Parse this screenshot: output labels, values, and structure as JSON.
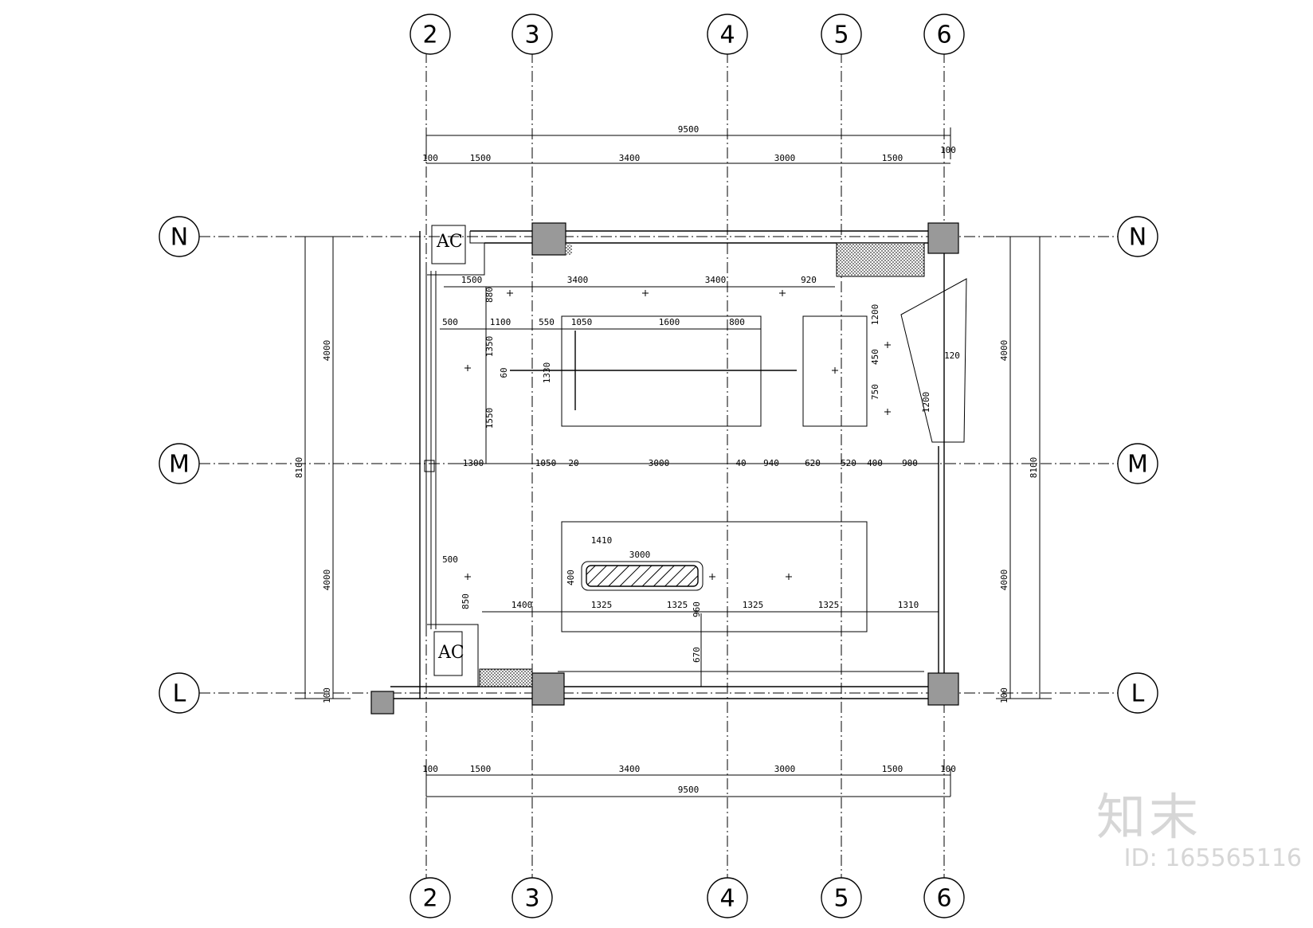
{
  "axes": {
    "vertical": [
      {
        "label": "2"
      },
      {
        "label": "3"
      },
      {
        "label": "4"
      },
      {
        "label": "5"
      },
      {
        "label": "6"
      }
    ],
    "horizontal": [
      {
        "label": "N"
      },
      {
        "label": "M"
      },
      {
        "label": "L"
      }
    ]
  },
  "dimensions": {
    "overall_width": "9500",
    "overall_height": "8100",
    "top_chain": [
      "100",
      "1500",
      "3400",
      "3000",
      "1500",
      "100"
    ],
    "bottom_chain": [
      "100",
      "1500",
      "3400",
      "3000",
      "1500",
      "100"
    ],
    "left_chain": [
      "4000",
      "4000",
      "100"
    ],
    "right_chain": [
      "4000",
      "4000",
      "100"
    ],
    "interior": {
      "ceiling_row1": [
        "1500",
        "3400",
        "3400",
        "920"
      ],
      "ceiling_row2": [
        "500",
        "1100",
        "550",
        "1050",
        "1600",
        "800"
      ],
      "vertical_left": [
        "880",
        "1350",
        "1550",
        "60",
        "1330"
      ],
      "right_side": [
        "1200",
        "450",
        "750",
        "120",
        "1200"
      ],
      "mid_chain": [
        "1300",
        "1050",
        "20",
        "3000",
        "40",
        "940",
        "620",
        "520",
        "400",
        "900"
      ],
      "lower_top": [
        "1410",
        "3000",
        "400",
        "500",
        "850"
      ],
      "lower_chain": [
        "1400",
        "1325",
        "1325",
        "1325",
        "1325",
        "1310"
      ],
      "lower_vertical": [
        "960",
        "670"
      ]
    }
  },
  "labels": {
    "ac_top": "AC",
    "ac_bottom": "AC"
  },
  "watermark": {
    "logo": "知末",
    "id": "ID: 165565116"
  }
}
